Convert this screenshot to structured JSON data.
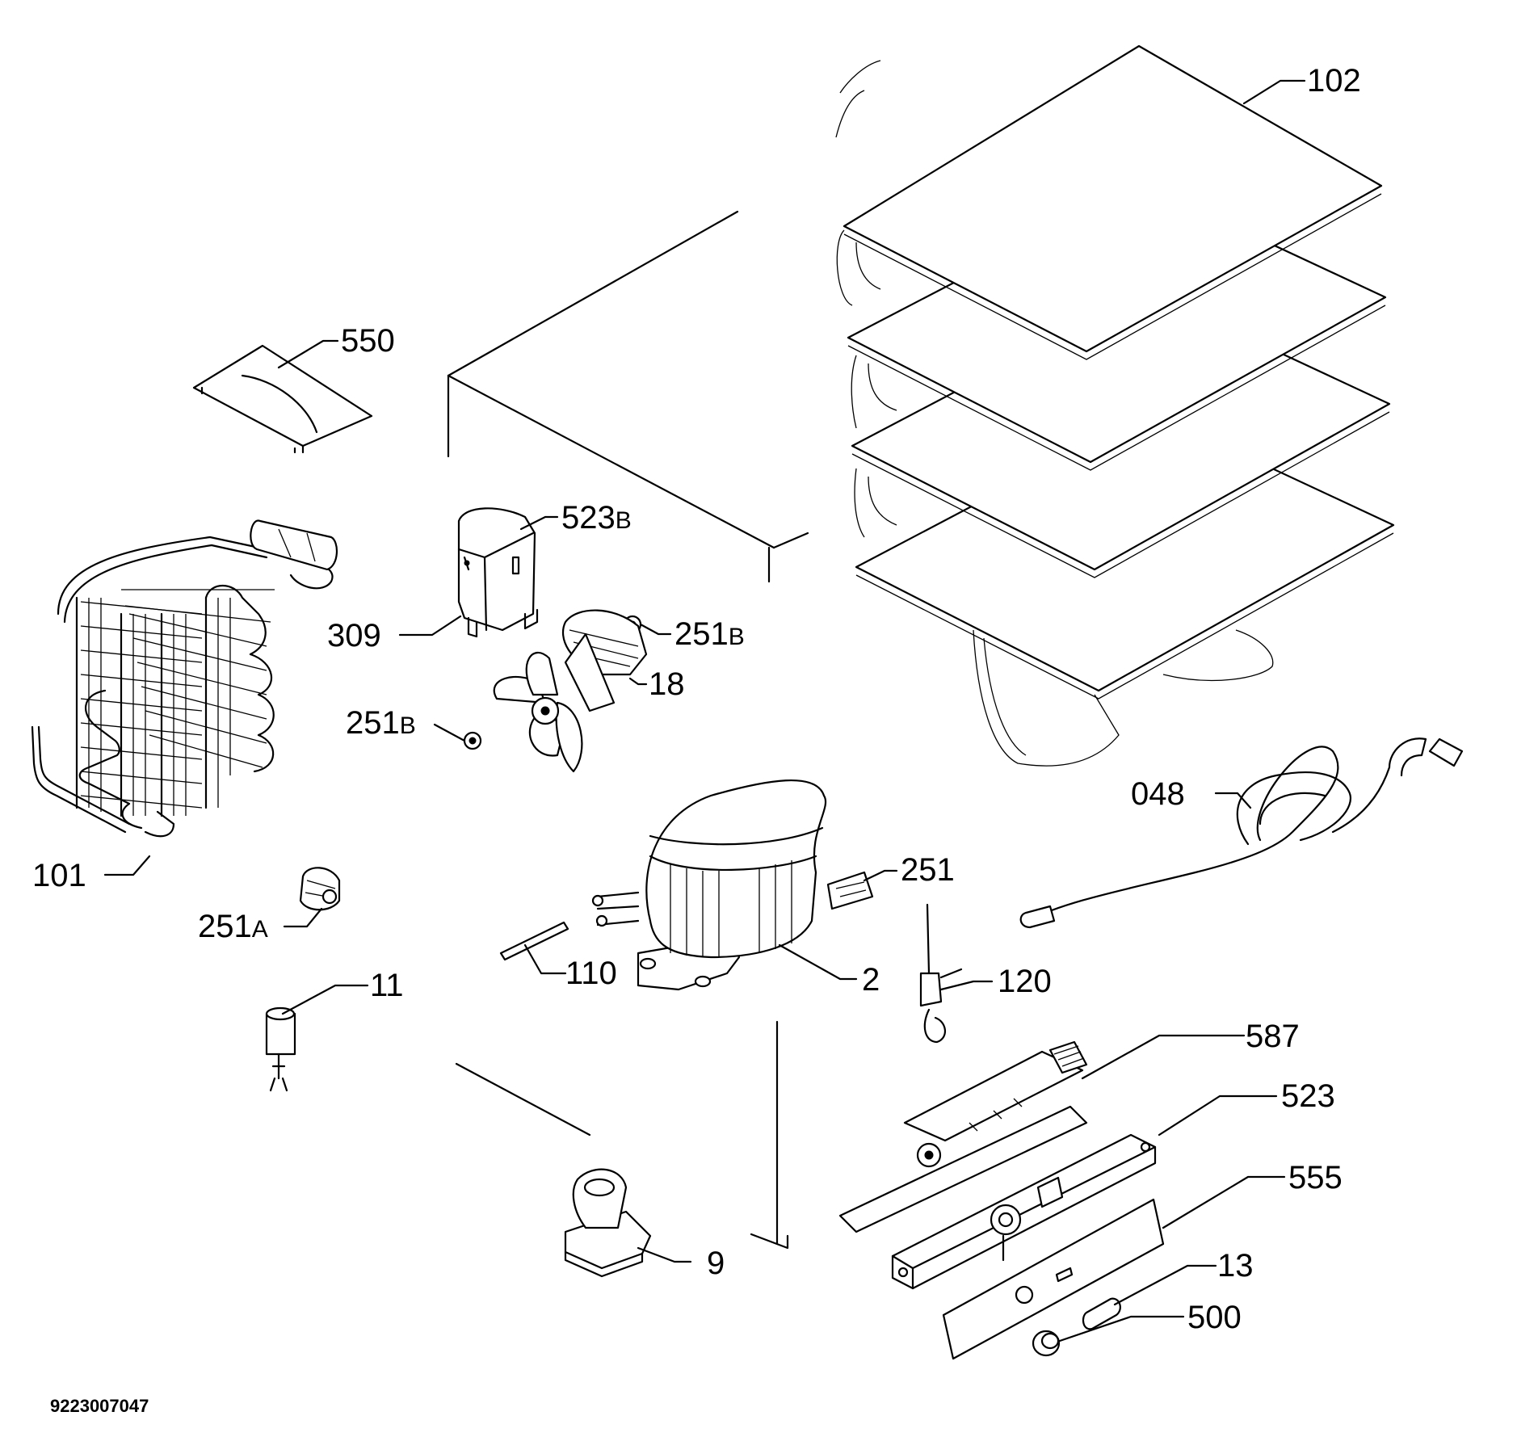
{
  "document_number": "9223007047",
  "callouts": [
    {
      "id": "102",
      "label": "102",
      "suffix": ""
    },
    {
      "id": "550",
      "label": "550",
      "suffix": ""
    },
    {
      "id": "523b",
      "label": "523",
      "suffix": "B"
    },
    {
      "id": "309",
      "label": "309",
      "suffix": ""
    },
    {
      "id": "251b-top",
      "label": "251",
      "suffix": "B"
    },
    {
      "id": "18",
      "label": "18",
      "suffix": ""
    },
    {
      "id": "251b-left",
      "label": "251",
      "suffix": "B"
    },
    {
      "id": "048",
      "label": "048",
      "suffix": ""
    },
    {
      "id": "101",
      "label": "101",
      "suffix": ""
    },
    {
      "id": "251",
      "label": "251",
      "suffix": ""
    },
    {
      "id": "251a",
      "label": "251",
      "suffix": "A"
    },
    {
      "id": "110",
      "label": "110",
      "suffix": ""
    },
    {
      "id": "2",
      "label": "2",
      "suffix": ""
    },
    {
      "id": "120",
      "label": "120",
      "suffix": ""
    },
    {
      "id": "11",
      "label": "11",
      "suffix": ""
    },
    {
      "id": "587",
      "label": "587",
      "suffix": ""
    },
    {
      "id": "523",
      "label": "523",
      "suffix": ""
    },
    {
      "id": "555",
      "label": "555",
      "suffix": ""
    },
    {
      "id": "13",
      "label": "13",
      "suffix": ""
    },
    {
      "id": "500",
      "label": "500",
      "suffix": ""
    },
    {
      "id": "9",
      "label": "9",
      "suffix": ""
    }
  ]
}
